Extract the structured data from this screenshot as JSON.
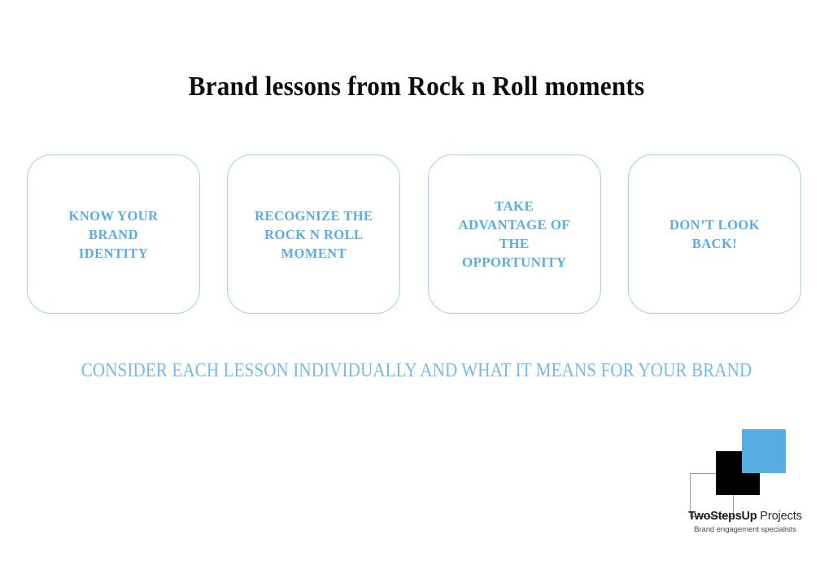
{
  "slide": {
    "title": "Brand lessons from Rock n Roll moments",
    "caption": "CONSIDER EACH LESSON INDIVIDUALLY AND WHAT IT MEANS FOR YOUR BRAND",
    "background_color": "#ffffff",
    "accent_color": "#58ade0",
    "text_color": "#0d0d0d",
    "card_border_color": "#9fd1ee",
    "card_text_color": "#5bade0",
    "caption_color": "#77bce4"
  },
  "cards": [
    {
      "label": "KNOW YOUR\nBRAND\nIDENTITY"
    },
    {
      "label": "RECOGNIZE THE\nROCK N ROLL\nMOMENT"
    },
    {
      "label": "TAKE\nADVANTAGE OF\nTHE\nOPPORTUNITY"
    },
    {
      "label": "DON’T LOOK\nBACK!"
    }
  ],
  "logo": {
    "name_bold": "TwoStepsUp",
    "name_light": " Projects",
    "tagline": "Brand engagement specialists",
    "square_blue_color": "#58ade0",
    "square_black_color": "#000000",
    "square_outline_color": "#9a9a9a"
  }
}
